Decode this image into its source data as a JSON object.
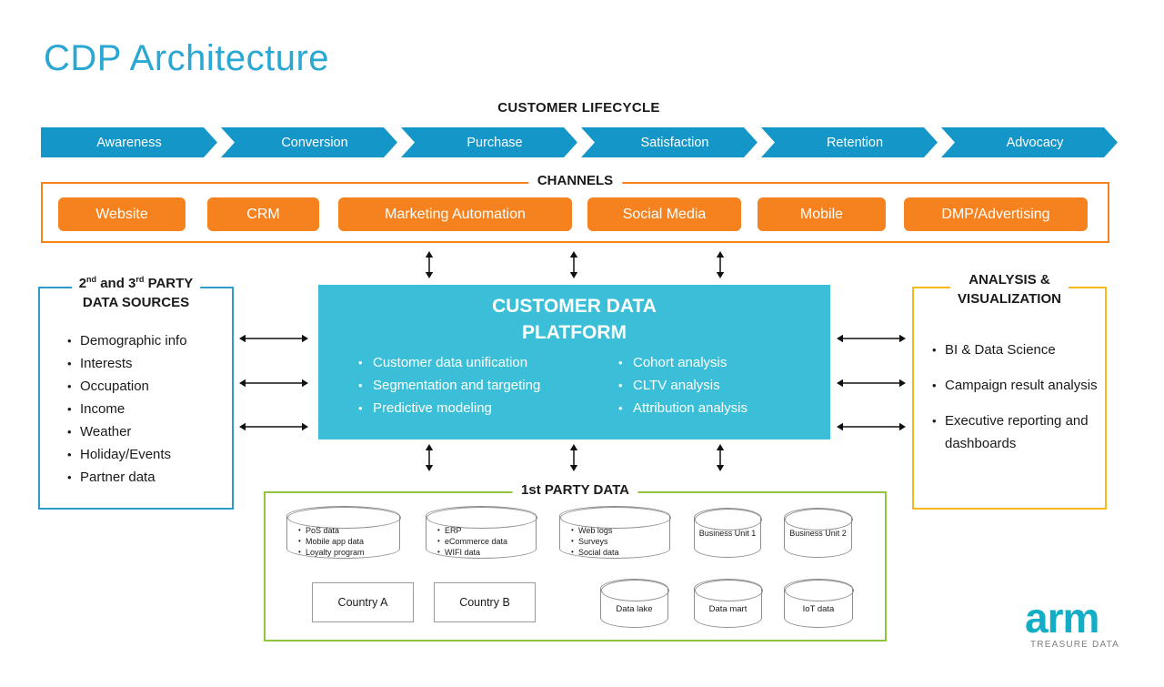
{
  "slide": {
    "title": "CDP Architecture"
  },
  "lifecycle": {
    "heading": "CUSTOMER LIFECYCLE",
    "stages": [
      "Awareness",
      "Conversion",
      "Purchase",
      "Satisfaction",
      "Retention",
      "Advocacy"
    ]
  },
  "channels": {
    "heading": "CHANNELS",
    "items": [
      "Website",
      "CRM",
      "Marketing Automation",
      "Social Media",
      "Mobile",
      "DMP/Advertising"
    ]
  },
  "party_sources": {
    "heading_parts": {
      "p1": "2",
      "s1": "nd",
      "p2": " and 3",
      "s2": "rd",
      "p3": " PARTY"
    },
    "heading_line2": "DATA SOURCES",
    "items": [
      "Demographic info",
      "Interests",
      "Occupation",
      "Income",
      "Weather",
      "Holiday/Events",
      "Partner data"
    ]
  },
  "cdp": {
    "title_line1": "CUSTOMER DATA",
    "title_line2": "PLATFORM",
    "left_items": [
      "Customer data unification",
      "Segmentation and targeting",
      "Predictive modeling"
    ],
    "right_items": [
      "Cohort analysis",
      "CLTV analysis",
      "Attribution analysis"
    ]
  },
  "analysis": {
    "heading_line1": "ANALYSIS &",
    "heading_line2": "VISUALIZATION",
    "items": [
      "BI & Data Science",
      "Campaign result analysis",
      "Executive reporting and dashboards"
    ]
  },
  "first_party": {
    "heading": "1st PARTY DATA",
    "db_groups": [
      {
        "items": [
          "PoS data",
          "Mobile app data",
          "Loyalty program"
        ]
      },
      {
        "items": [
          "ERP",
          "eCommerce data",
          "WIFI data"
        ]
      },
      {
        "items": [
          "Web logs",
          "Surveys",
          "Social data"
        ]
      }
    ],
    "business_units": [
      "Business Unit 1",
      "Business Unit 2"
    ],
    "countries": [
      "Country A",
      "Country B"
    ],
    "stores": [
      "Data lake",
      "Data mart",
      "IoT data"
    ]
  },
  "logo": {
    "brand": "arm",
    "subtitle": "TREASURE DATA"
  },
  "colors": {
    "title": "#2AA7D2",
    "lifecycle_bar": "#1496C8",
    "channel_orange": "#F5821F",
    "cdp_fill": "#3BBFD9",
    "sources_border": "#2D9CC8",
    "analysis_border": "#F5B91E",
    "first_party_border": "#90C53F",
    "arm_teal": "#13AEC6"
  }
}
